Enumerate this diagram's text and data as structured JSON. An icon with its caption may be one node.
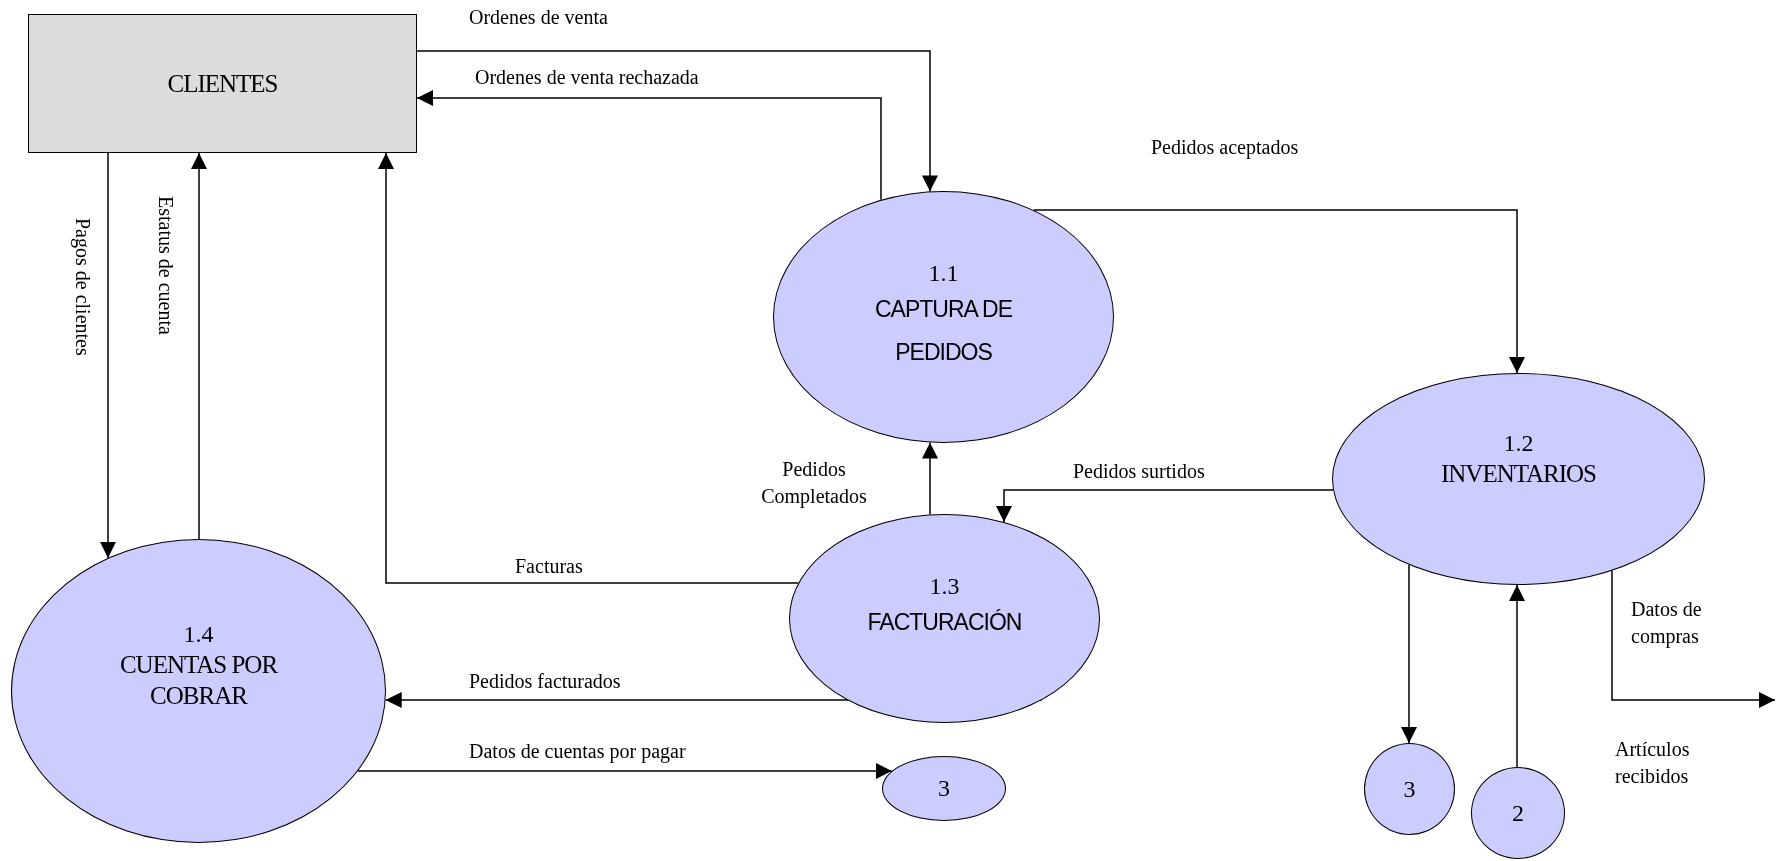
{
  "diagram": {
    "nodes": [
      {
        "text": [
          "CLIENTES"
        ]
      },
      {
        "text": [
          "1.1",
          "CAPTURA DE PEDIDOS"
        ]
      },
      {
        "text": [
          "1.2",
          "INVENTARIOS"
        ]
      },
      {
        "text": [
          "1.3",
          "FACTURACIÓN"
        ]
      },
      {
        "text": [
          "1.4",
          "CUENTAS POR COBRAR"
        ]
      },
      {
        "text": [
          "3"
        ]
      },
      {
        "text": [
          "3"
        ]
      },
      {
        "text": [
          "2"
        ]
      }
    ],
    "edges": [
      {
        "from": 0,
        "to": 1,
        "arrow": "to",
        "label": "Ordenes de venta"
      },
      {
        "from": 1,
        "to": 0,
        "arrow": "to",
        "label": "Ordenes de venta rechazada"
      },
      {
        "from": 1,
        "to": 2,
        "arrow": "to",
        "label": "Pedidos aceptados"
      },
      {
        "from": 2,
        "to": 3,
        "arrow": "to",
        "label": "Pedidos surtidos"
      },
      {
        "from": 3,
        "to": 1,
        "arrow": "to",
        "label": "Pedidos Completados"
      },
      {
        "from": 3,
        "to": 0,
        "arrow": "to",
        "label": "Facturas"
      },
      {
        "from": 3,
        "to": 4,
        "arrow": "to",
        "label": "Pedidos facturados"
      },
      {
        "from": 4,
        "to": 5,
        "arrow": "to",
        "label": "Datos de cuentas por pagar"
      },
      {
        "from": 0,
        "to": 4,
        "arrow": "to",
        "label": "Pagos de clientes"
      },
      {
        "from": 4,
        "to": 0,
        "arrow": "to",
        "label": "Estatus de cuenta"
      },
      {
        "from": 2,
        "to": 6,
        "arrow": "to"
      },
      {
        "from": 7,
        "to": 2,
        "arrow": "to",
        "label": "Artículos recibidos"
      },
      {
        "from": 2,
        "to": null,
        "arrow": "to",
        "label": "Datos de compras"
      }
    ]
  }
}
